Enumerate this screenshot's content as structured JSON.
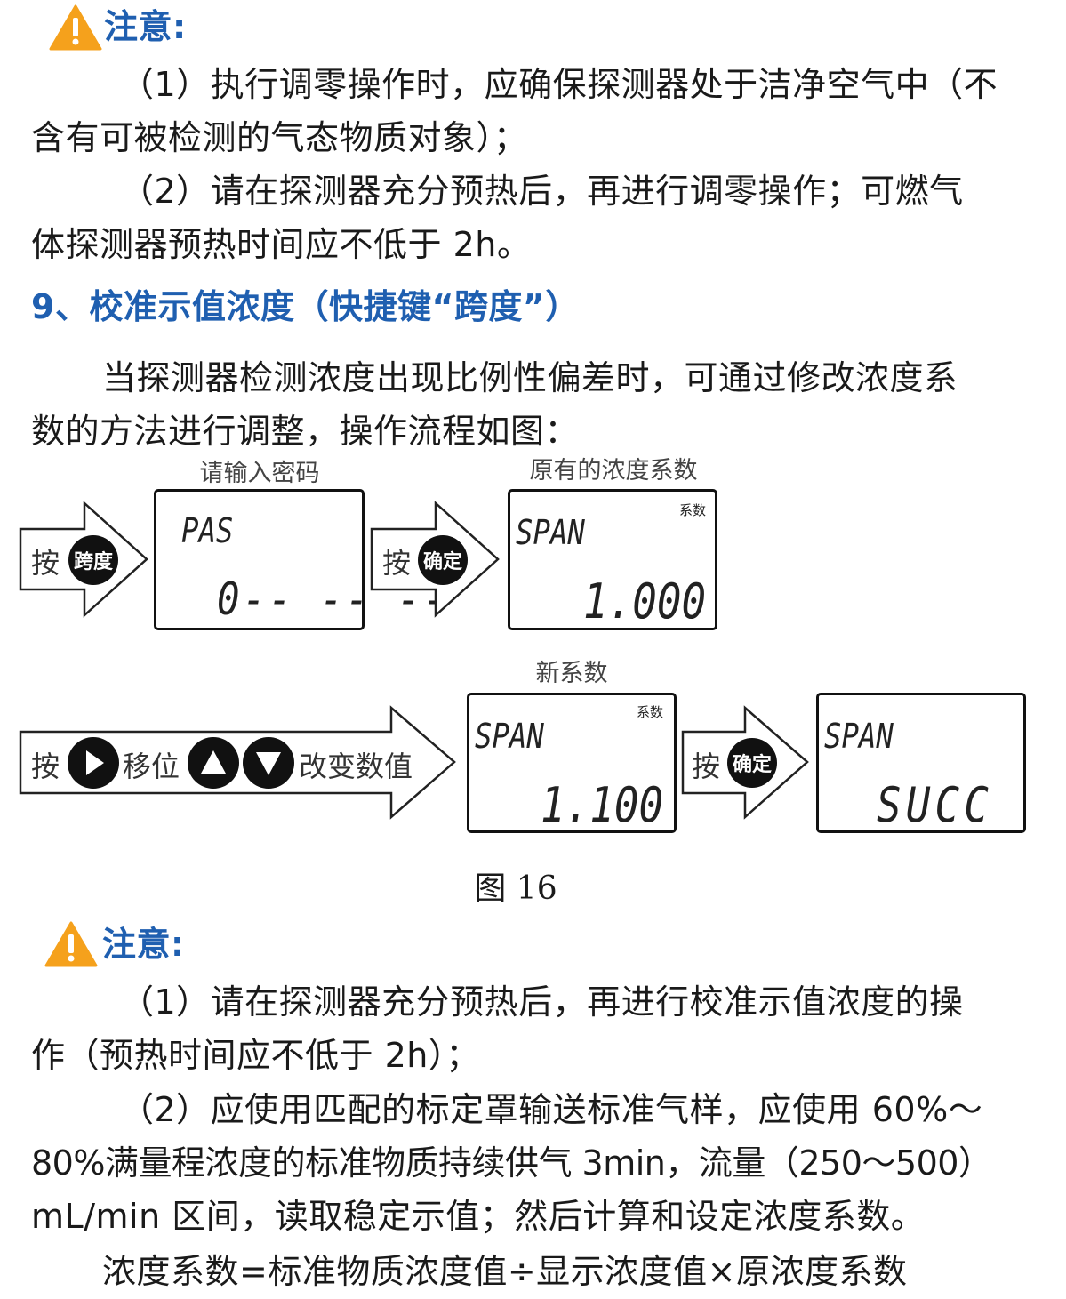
{
  "note1": {
    "title": "注意:",
    "icon": "warning-icon",
    "lines": [
      "（1）执行调零操作时，应确保探测器处于洁净空气中（不",
      "含有可被检测的气态物质对象）；",
      "（2）请在探测器充分预热后，再进行调零操作；可燃气",
      "体探测器预热时间应不低于 2h。"
    ]
  },
  "section": {
    "heading": "9、校准示值浓度（快捷键“跨度”）",
    "lines": [
      "当探测器检测浓度出现比例性偏差时，可通过修改浓度系",
      "数的方法进行调整，操作流程如图："
    ]
  },
  "diagram": {
    "label_password": "请输入密码",
    "label_original": "原有的浓度系数",
    "label_new": "新系数",
    "press": "按",
    "key_span": "跨度",
    "key_confirm": "确定",
    "move_label": "移位",
    "change_label": "改变数值",
    "lcd1": {
      "top": "PAS",
      "bottom": "0-- -- --"
    },
    "lcd2": {
      "tag": "系数",
      "top": "SPAN",
      "bottom": "1.000"
    },
    "lcd3": {
      "tag": "系数",
      "top": "SPAN",
      "bottom": "1.100"
    },
    "lcd4": {
      "top": "SPAN",
      "bottom": "SUCC"
    },
    "caption": "图 16"
  },
  "note2": {
    "title": "注意:",
    "lines": [
      "（1）请在探测器充分预热后，再进行校准示值浓度的操",
      "作（预热时间应不低于 2h）；",
      "（2）应使用匹配的标定罩输送标准气样，应使用 60%～",
      "80%满量程浓度的标准物质持续供气 3min，流量（250～500）",
      "mL/min 区间，读取稳定示值；然后计算和设定浓度系数。",
      "浓度系数=标准物质浓度值÷显示浓度值×原浓度系数"
    ]
  },
  "colors": {
    "heading": "#1f5fb0",
    "warning": "#f5a11c"
  }
}
